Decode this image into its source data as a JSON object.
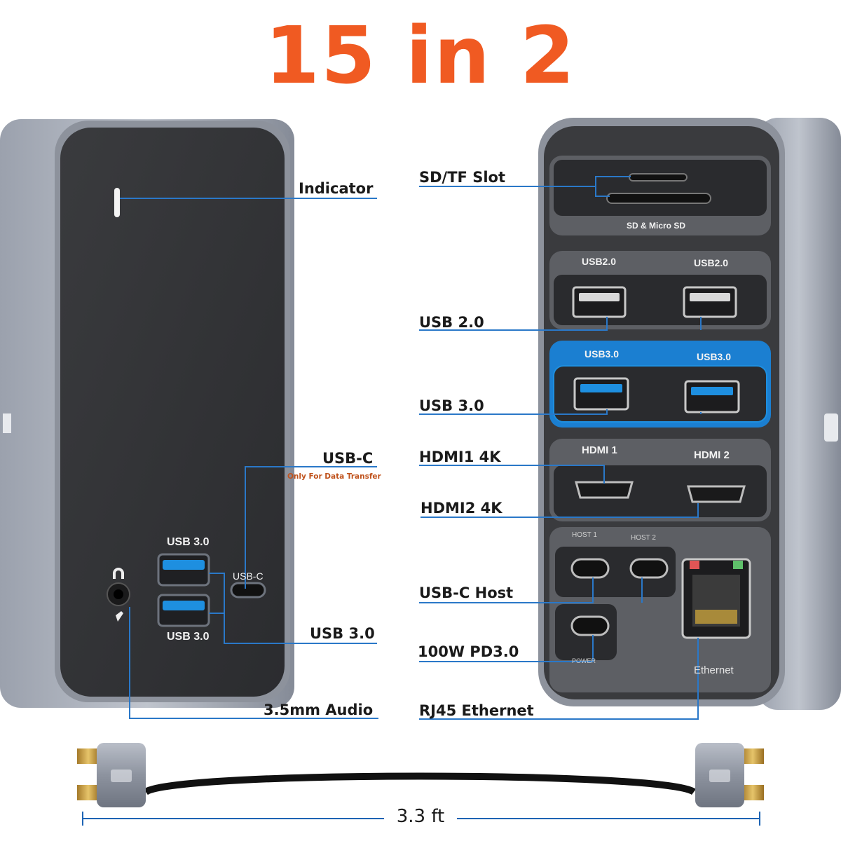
{
  "title": "15 in 2",
  "left_labels": {
    "indicator": "Indicator",
    "usb_c": "USB-C",
    "usb_c_note": "Only For Data Transfer",
    "usb30": "USB 3.0",
    "audio": "3.5mm Audio"
  },
  "right_labels": {
    "sd_tf": "SD/TF Slot",
    "usb20": "USB 2.0",
    "usb30": "USB 3.0",
    "hdmi1": "HDMI1 4K",
    "hdmi2": "HDMI2 4K",
    "usbc_host": "USB-C Host",
    "pd": "100W PD3.0",
    "rj45": "RJ45 Ethernet"
  },
  "left_panel_print": {
    "usb30_top": "USB 3.0",
    "usb30_bottom": "USB 3.0",
    "usbc": "USB-C"
  },
  "right_panel_print": {
    "sd_micro_sd": "SD  &  Micro SD",
    "usb20_a": "USB2.0",
    "usb20_b": "USB2.0",
    "usb30_a": "USB3.0",
    "usb30_b": "USB3.0",
    "hdmi_1": "HDMI 1",
    "hdmi_2": "HDMI 2",
    "host1": "HOST 1",
    "host2": "HOST 2",
    "power": "POWER",
    "ethernet": "Ethernet"
  },
  "cable_length": "3.3 ft",
  "colors": {
    "title": "#f05a22",
    "usb30_accent": "#1e8fe0",
    "usb30_panel": "#1b7fd1",
    "panel_dark": "#3a3b3e",
    "housing": "#8a8f9a",
    "leader_line": "#2a78c8"
  }
}
